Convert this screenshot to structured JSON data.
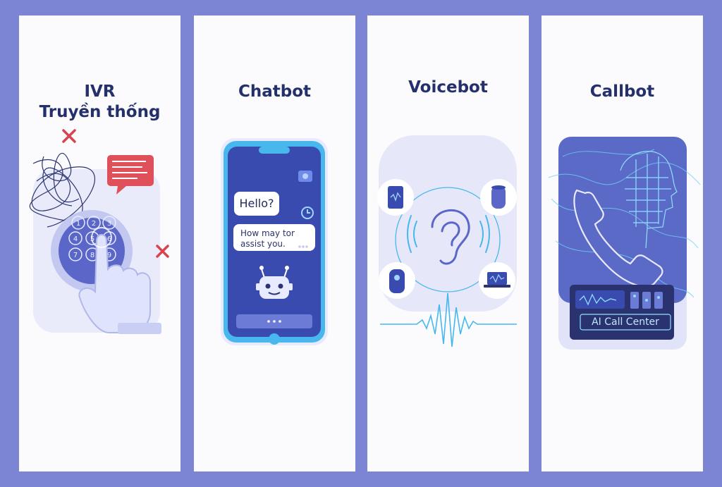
{
  "panels": [
    {
      "title_lines": [
        "IVR",
        "Truyền thống"
      ]
    },
    {
      "title_lines": [
        "Chatbot"
      ]
    },
    {
      "title_lines": [
        "Voicebot"
      ]
    },
    {
      "title_lines": [
        "Callbot"
      ]
    }
  ],
  "chatbot": {
    "bubble_hello": "Hello?",
    "bubble_reply": [
      "How may tor",
      "assist you."
    ]
  },
  "callbot": {
    "label": "AI Call Center"
  },
  "keypad_digits": [
    "1",
    "2",
    "3",
    "4",
    "5",
    "6",
    "7",
    "8",
    "9"
  ],
  "colors": {
    "background": "#7b85d4",
    "panel": "#fbfbfe",
    "title": "#23306b",
    "accent": "#3a4bb0"
  }
}
